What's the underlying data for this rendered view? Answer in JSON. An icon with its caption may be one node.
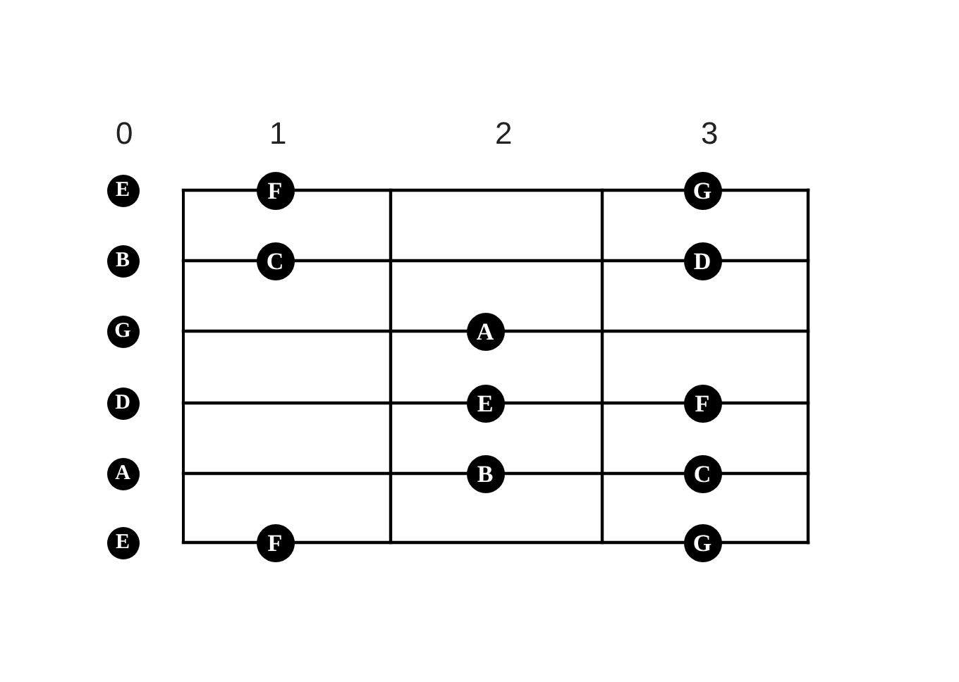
{
  "diagram": {
    "nodes": [
      {
        "text": [
          "E"
        ]
      },
      {
        "text": [
          "F"
        ]
      },
      {
        "text": [
          "G"
        ]
      },
      {
        "text": [
          "B"
        ]
      },
      {
        "text": [
          "C"
        ]
      },
      {
        "text": [
          "D"
        ]
      },
      {
        "text": [
          "G"
        ]
      },
      {
        "text": [
          "A"
        ]
      },
      {
        "text": [
          "D"
        ]
      },
      {
        "text": [
          "E"
        ]
      },
      {
        "text": [
          "F"
        ]
      },
      {
        "text": [
          "A"
        ]
      },
      {
        "text": [
          "B"
        ]
      },
      {
        "text": [
          "C"
        ]
      },
      {
        "text": [
          "E"
        ]
      },
      {
        "text": [
          "F"
        ]
      },
      {
        "text": [
          "G"
        ]
      }
    ],
    "labels": [
      "0",
      "1",
      "2",
      "3"
    ]
  }
}
